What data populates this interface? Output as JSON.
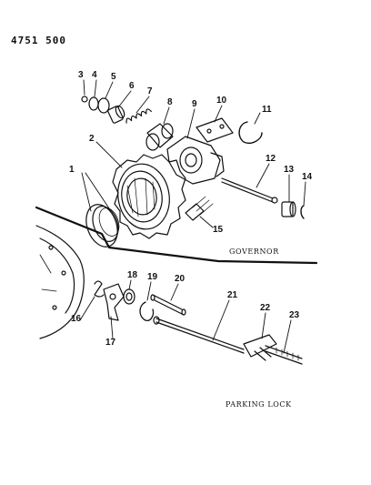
{
  "header": {
    "code": "4751  500"
  },
  "sections": {
    "governor": "GOVERNOR",
    "parking_lock": "PARKING LOCK"
  },
  "callouts": [
    "1",
    "2",
    "3",
    "4",
    "5",
    "6",
    "7",
    "8",
    "9",
    "10",
    "11",
    "12",
    "13",
    "14",
    "15",
    "16",
    "17",
    "18",
    "19",
    "20",
    "21",
    "22",
    "23"
  ]
}
